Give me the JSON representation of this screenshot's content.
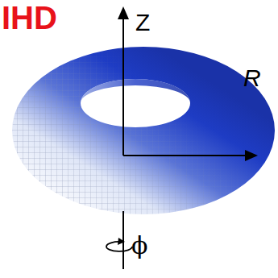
{
  "diagram": {
    "labels": [
      "IHD",
      "Z",
      "R",
      "ϕ"
    ]
  }
}
